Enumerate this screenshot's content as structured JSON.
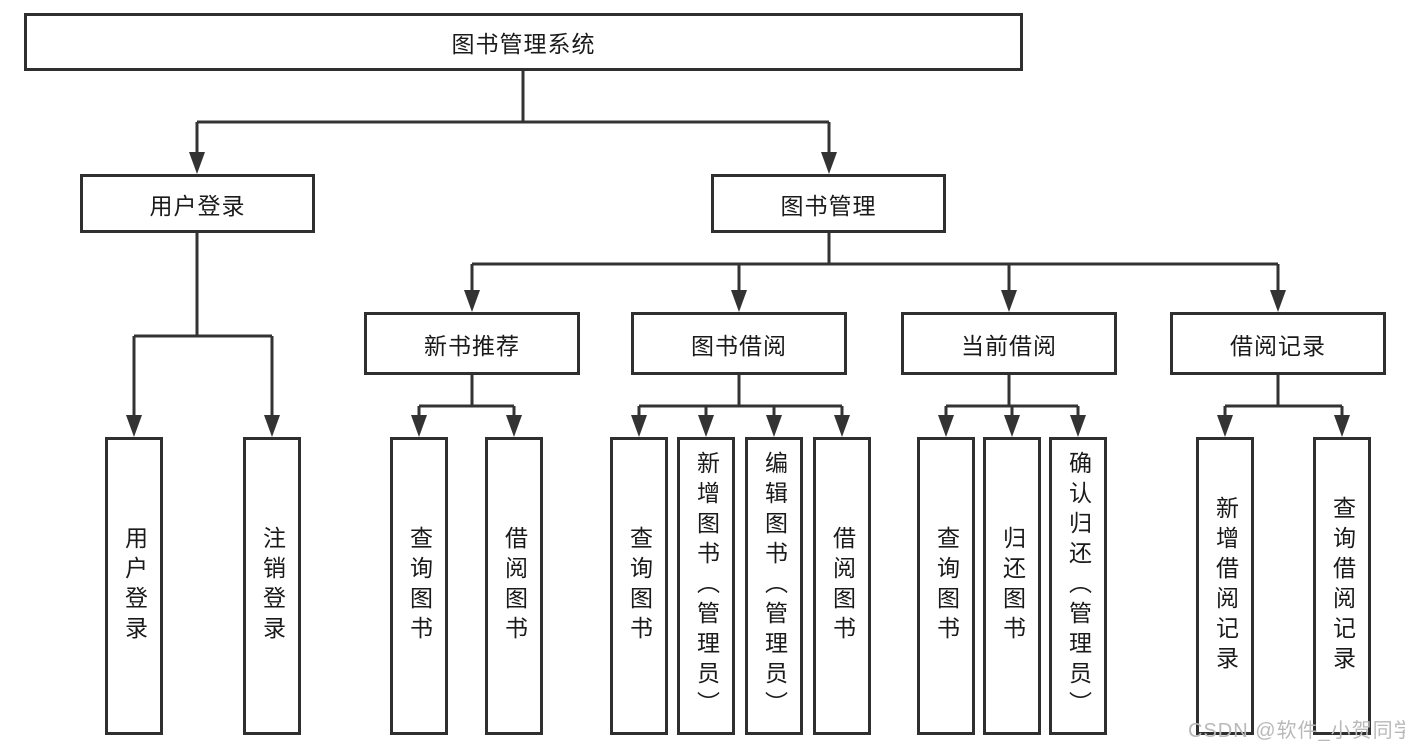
{
  "diagram": {
    "root": {
      "label": "图书管理系统"
    },
    "branches": [
      {
        "label": "用户登录",
        "children": [
          {
            "label": "用户登录"
          },
          {
            "label": "注销登录"
          }
        ]
      },
      {
        "label": "图书管理",
        "children": [
          {
            "label": "新书推荐",
            "children": [
              {
                "label": "查询图书"
              },
              {
                "label": "借阅图书"
              }
            ]
          },
          {
            "label": "图书借阅",
            "children": [
              {
                "label": "查询图书"
              },
              {
                "label": "新增图书（管理员）"
              },
              {
                "label": "编辑图书（管理员）"
              },
              {
                "label": "借阅图书"
              }
            ]
          },
          {
            "label": "当前借阅",
            "children": [
              {
                "label": "查询图书"
              },
              {
                "label": "归还图书"
              },
              {
                "label": "确认归还（管理员）"
              }
            ]
          },
          {
            "label": "借阅记录",
            "children": [
              {
                "label": "新增借阅记录"
              },
              {
                "label": "查询借阅记录"
              }
            ]
          }
        ]
      }
    ]
  },
  "watermark": {
    "text": "CSDN @软件_小贺同学"
  },
  "colors": {
    "background": "#ffffff",
    "line": "#333333",
    "box-border": "#2f2f2f",
    "box-bg": "#ffffff",
    "text": "#1a1a1a",
    "watermark": "#b9b9b9"
  }
}
